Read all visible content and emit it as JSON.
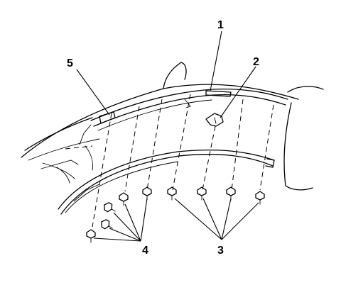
{
  "diagram": {
    "callouts": [
      "1",
      "2",
      "3",
      "4",
      "5"
    ]
  }
}
